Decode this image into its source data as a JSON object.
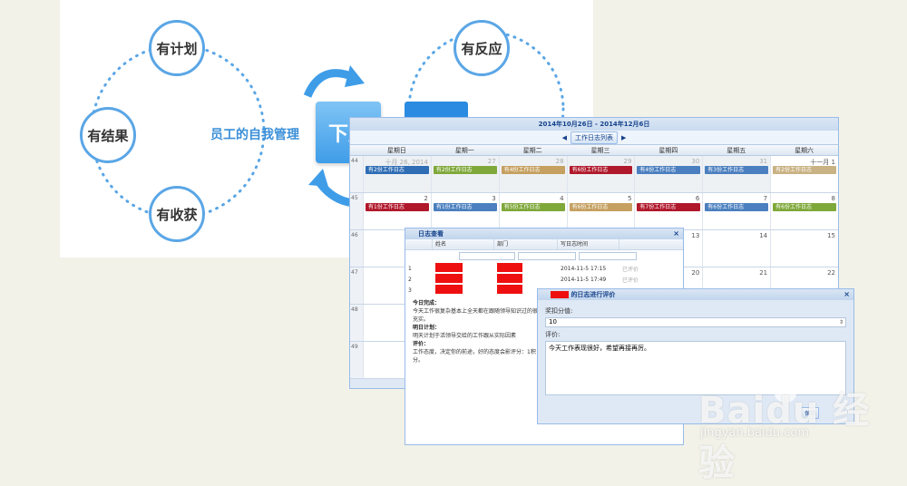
{
  "diagram": {
    "nodes": [
      "有计划",
      "有结果",
      "有收获",
      "有反应"
    ],
    "self_label": "员工的自我管理",
    "center_label": "下属"
  },
  "calendar": {
    "date_range": "2014年10月26日 - 2014年12月6日",
    "list_button": "工作日志列表",
    "weekdays": [
      "星期日",
      "星期一",
      "星期二",
      "星期三",
      "星期四",
      "星期五",
      "星期六"
    ],
    "weeks": [
      {
        "num": "44",
        "days": [
          "十月 26, 2014",
          "27",
          "28",
          "29",
          "30",
          "31",
          "十一月 1"
        ],
        "events": [
          "有2份工作日志",
          "有2份工作日志",
          "有4份工作日志",
          "有6份工作日志",
          "有4份工作日志",
          "有3份工作日志",
          "有2份工作日志"
        ]
      },
      {
        "num": "45",
        "days": [
          "2",
          "3",
          "4",
          "5",
          "6",
          "7",
          "8"
        ],
        "events": [
          "有1份工作日志",
          "有1份工作日志",
          "有5份工作日志",
          "有6份工作日志",
          "有7份工作日志",
          "有6份工作日志",
          "有6份工作日志"
        ]
      },
      {
        "num": "46",
        "days": [
          "",
          "",
          "",
          "",
          "13",
          "14",
          "15"
        ],
        "events": []
      },
      {
        "num": "47",
        "days": [
          "",
          "",
          "",
          "",
          "20",
          "21",
          "22"
        ],
        "events": []
      },
      {
        "num": "48",
        "days": [
          "",
          "",
          "",
          "",
          "",
          "",
          ""
        ],
        "events": []
      },
      {
        "num": "49",
        "days": [
          "",
          "",
          "",
          "",
          "",
          "",
          ""
        ],
        "events": []
      }
    ],
    "event_colors": [
      "#2f6db5",
      "#7fa83a",
      "#c5a060",
      "#b0182b",
      "#4b7fbf",
      "#a0882a",
      "#c9b283"
    ]
  },
  "log_window": {
    "title": "日志查看",
    "columns": [
      "姓名",
      "部门",
      "写日志时间"
    ],
    "rows": [
      {
        "idx": "1",
        "time": "2014-11-5 17:15",
        "tag": "已评价"
      },
      {
        "idx": "2",
        "time": "2014-11-5 17:49",
        "tag": "已评价"
      },
      {
        "idx": "3",
        "time": "",
        "tag": ""
      }
    ],
    "today_done_label": "今日完成：",
    "today_done_text": "今天工作很复杂基本上全天都在跟随领导知识过的很充实。",
    "tomorrow_label": "明日计划：",
    "tomorrow_text": "明天计划于活领导交给的工作跟从实际因素",
    "review_label": "评价：",
    "review_text": "工作态度，决定你的前途，好的态度会影评分：1积分。"
  },
  "eval_window": {
    "title": "的日志进行评价",
    "score_label": "奖扣分值:",
    "score_value": "10",
    "comment_label": "评价:",
    "comment_value": "今天工作表现很好，希望再接再厉。",
    "save_label": "保存"
  },
  "watermark": {
    "brand": "Baidu 经验",
    "url": "jingyan.baidu.com"
  }
}
